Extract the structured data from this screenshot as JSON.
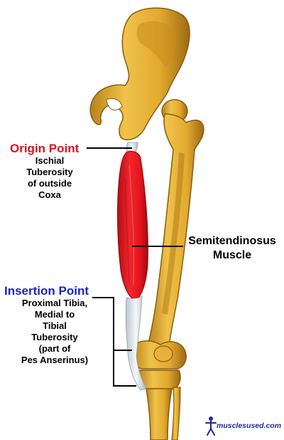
{
  "origin": {
    "title": "Origin Point",
    "lines": [
      "Ischial",
      "Tuberosity",
      "of outside",
      "Coxa"
    ]
  },
  "insertion": {
    "title": "Insertion Point",
    "lines": [
      "Proximal Tibia,",
      "Medial to",
      "Tibial",
      "Tuberosity",
      "(part of",
      "Pes Anserinus)"
    ]
  },
  "muscle": {
    "lines": [
      "Semitendinosus",
      "Muscle"
    ]
  },
  "brand": {
    "text": "musclesused.com",
    "icon": "human-figure-icon"
  },
  "colors": {
    "origin_title": "#e0101c",
    "insertion_title": "#1c22c8",
    "bone": "#e8b23a",
    "bone_shadow": "#9a6a12",
    "muscle": "#e4141c",
    "tendon": "#e8eef0",
    "leader_line": "#000000"
  }
}
